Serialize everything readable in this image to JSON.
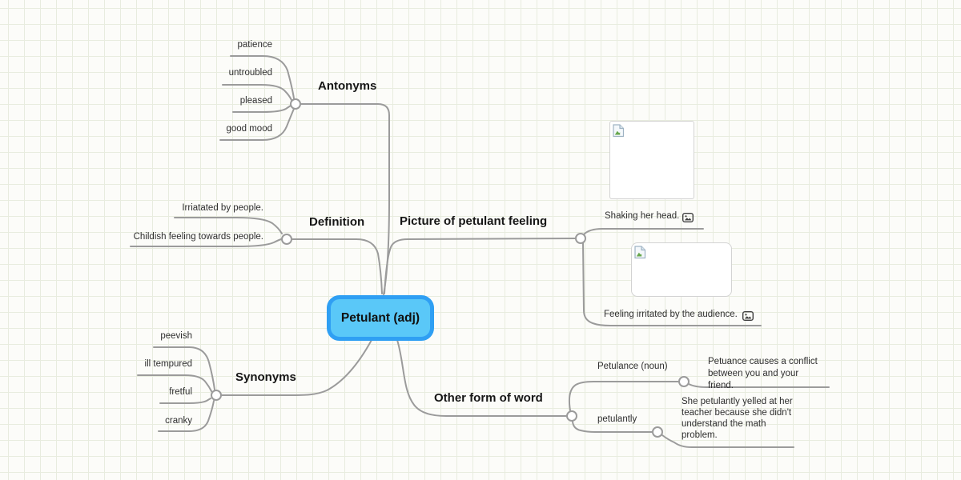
{
  "root": {
    "label": "Petulant (adj)"
  },
  "colors": {
    "background": "#fcfcf9",
    "grid": "#e8ecdf",
    "line": "#9b9b9b",
    "root_fill": "#5ac8f8",
    "root_border": "#2f9ff3",
    "text": "#2e2e2e",
    "label_text": "#161616"
  },
  "icons": {
    "caption_icon": "photo-icon",
    "image_placeholder": "broken-image-icon"
  },
  "branches": {
    "antonyms": {
      "label": "Antonyms",
      "children": [
        "patience",
        "untroubled",
        "pleased",
        "good mood"
      ]
    },
    "definition": {
      "label": "Definition",
      "children": [
        "Irriatated by people.",
        "Childish feeling towards people."
      ]
    },
    "picture": {
      "label": "Picture of petulant feeling",
      "children": [
        {
          "caption": "Shaking her head."
        },
        {
          "caption": "Feeling irritated by the audience."
        }
      ]
    },
    "synonyms": {
      "label": "Synonyms",
      "children": [
        "peevish",
        "ill tempured",
        "fretful",
        "cranky"
      ]
    },
    "other_forms": {
      "label": "Other form of word",
      "children": [
        {
          "label": "Petulance (noun)",
          "note": "Petuance causes a conflict between you and your friend."
        },
        {
          "label": "petulantly",
          "note": "She petulantly yelled at her teacher because she didn't understand the math problem."
        }
      ]
    }
  }
}
